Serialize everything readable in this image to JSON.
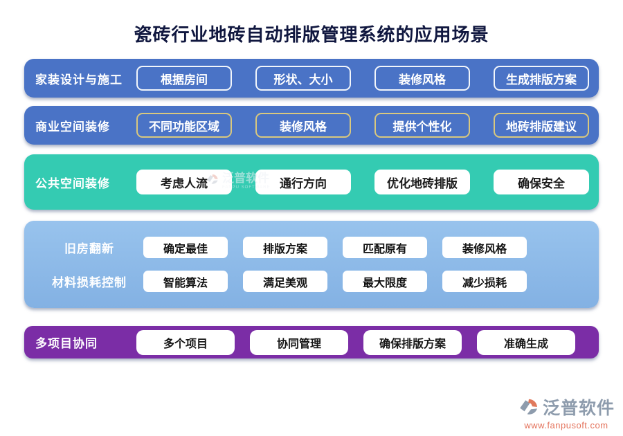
{
  "title": "瓷砖行业地砖自动排版管理系统的应用场景",
  "colors": {
    "title_text": "#10173f",
    "row_blue": "#4a73c6",
    "row_teal": "#34cbb2",
    "row_lightblue_top": "#98c3ed",
    "row_lightblue_bottom": "#83b1e3",
    "row_purple": "#7b2da6",
    "pill_gold_border": "#d9c87e",
    "pill_white_border": "#f2f6fb",
    "brand_gray": "#8e9cad",
    "brand_red": "#e4735c"
  },
  "rows": [
    {
      "label": "家装设计与施工",
      "items": [
        "根据房间",
        "形状、大小",
        "装修风格",
        "生成排版方案"
      ]
    },
    {
      "label": "商业空间装修",
      "items": [
        "不同功能区域",
        "装修风格",
        "提供个性化",
        "地砖排版建议"
      ]
    },
    {
      "label": "公共空间装修",
      "items": [
        "考虑人流",
        "通行方向",
        "优化地砖排版",
        "确保安全"
      ]
    },
    {
      "subrows": [
        {
          "label": "旧房翻新",
          "items": [
            "确定最佳",
            "排版方案",
            "匹配原有",
            "装修风格"
          ]
        },
        {
          "label": "材料损耗控制",
          "items": [
            "智能算法",
            "满足美观",
            "最大限度",
            "减少损耗"
          ]
        }
      ]
    },
    {
      "label": "多项目协同",
      "items": [
        "多个项目",
        "协同管理",
        "确保排版方案",
        "准确生成"
      ]
    }
  ],
  "watermark": {
    "text": "泛普软件",
    "subtext": "FANPU SOFTWARE"
  },
  "footer": {
    "brand": "泛普软件",
    "url": "www.fanpusoft.com"
  }
}
